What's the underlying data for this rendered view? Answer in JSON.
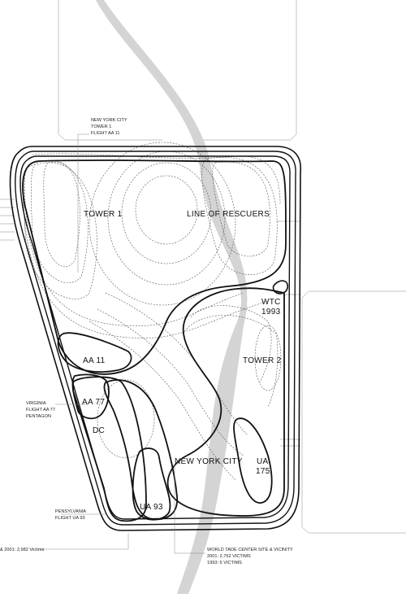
{
  "diagram": {
    "region_labels": {
      "tower1": "TOWER 1",
      "line_of_rescuers": "LINE OF RESCUERS",
      "wtc_1993_line1": "WTC",
      "wtc_1993_line2": "1993",
      "tower2": "TOWER 2",
      "aa11": "AA 11",
      "aa77": "AA 77",
      "dc": "DC",
      "new_york_city": "NEW YORK CITY",
      "ua175_line1": "UA",
      "ua175_line2": "175",
      "ua93": "UA 93"
    },
    "annotations": {
      "nyc_tower1": [
        "NEW YORK CITY",
        "TOWER 1",
        "FLIGHT AA 11"
      ],
      "virginia": [
        "VIRGINIA",
        "FLIGHT AA 77",
        "PENTAGON"
      ],
      "pennsylvania": [
        "PENSYLVANIA",
        "FLIGHT UA 93"
      ],
      "total": "& 2001: 2,982 Victims",
      "wtc_site": [
        "WORLD TADE CENTER SITE & VICINITY",
        "2001: 2,752 VICTIMS",
        "1993: 6 VICTIMS"
      ]
    },
    "colors": {
      "ribbon": "#d4d4d4",
      "ink": "#111111",
      "contour": "#555555",
      "frame": "#888888"
    }
  }
}
